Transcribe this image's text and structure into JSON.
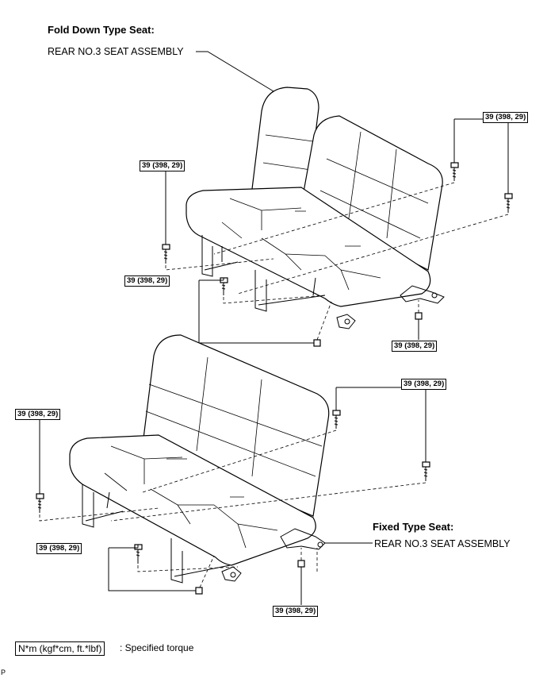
{
  "headings": {
    "fold_down": "Fold Down Type Seat:",
    "fixed": "Fixed Type Seat:"
  },
  "parts": {
    "fold_assembly": "REAR NO.3 SEAT ASSEMBLY",
    "fixed_assembly": "REAR NO.3 SEAT ASSEMBLY"
  },
  "torque_spec": "39 (398, 29)",
  "legend": {
    "unit": "N*m (kgf*cm, ft.*lbf)",
    "description": ": Specified torque"
  },
  "corner_code": "P"
}
